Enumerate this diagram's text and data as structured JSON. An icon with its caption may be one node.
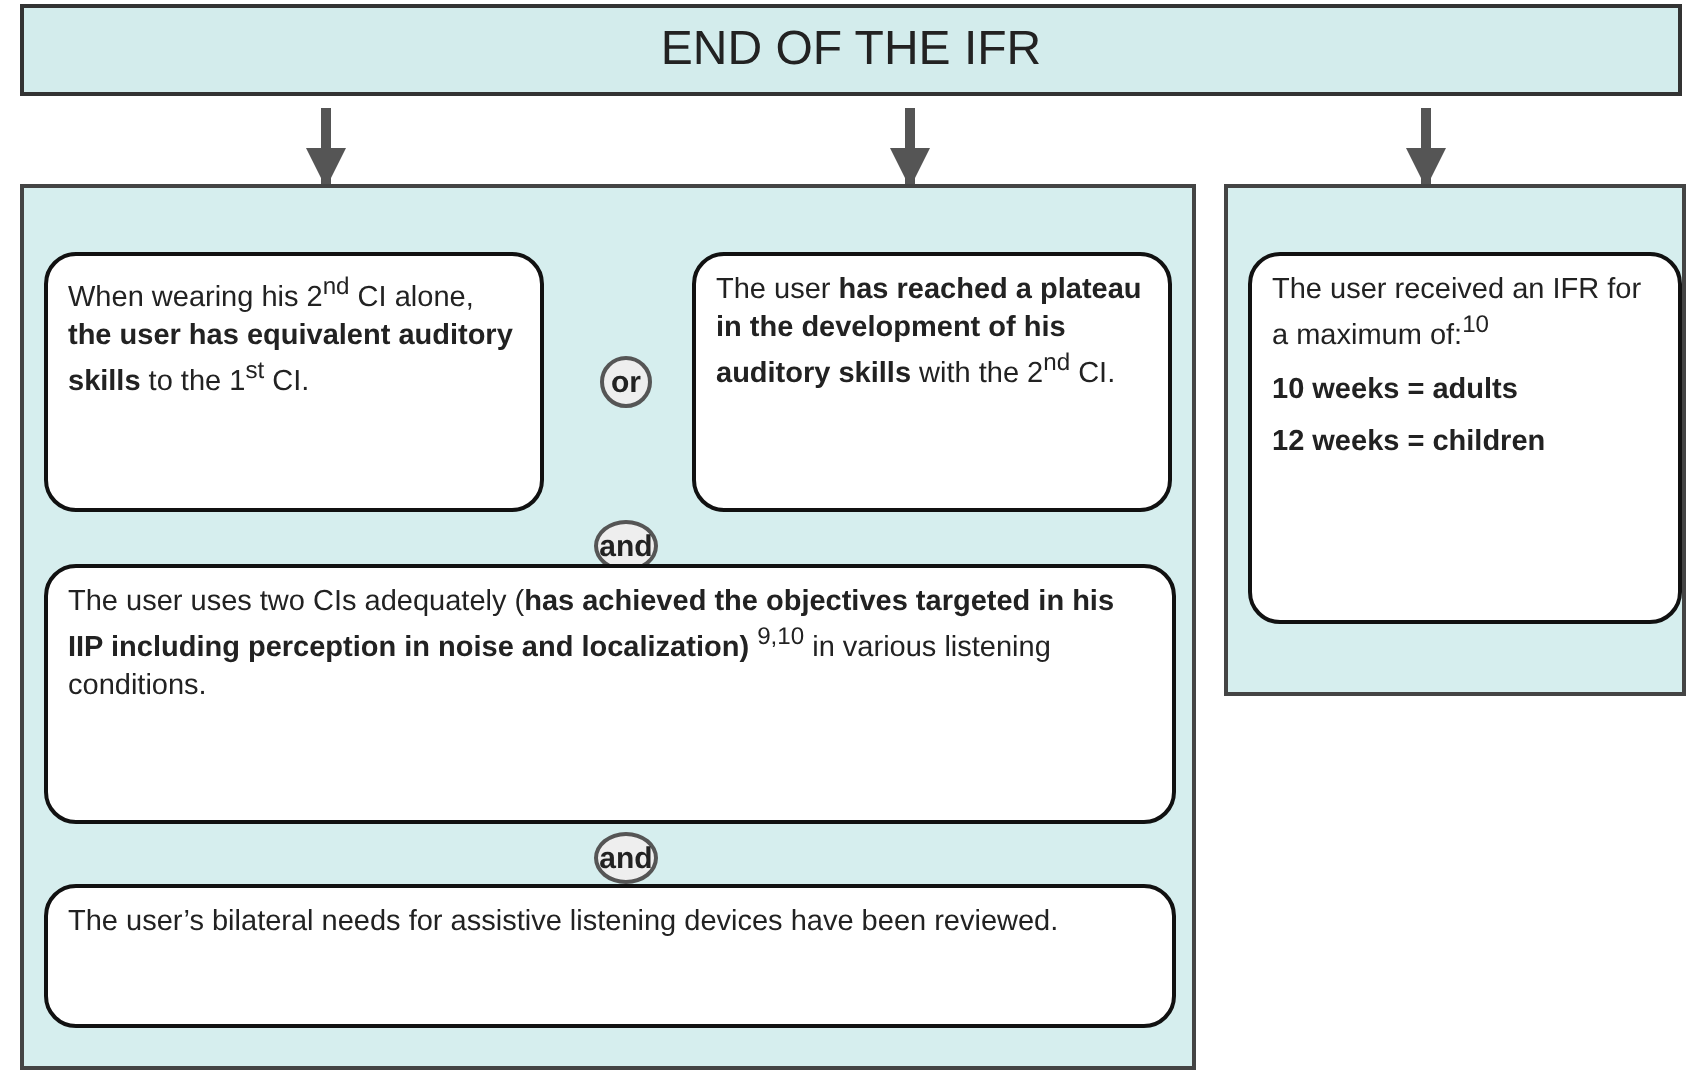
{
  "diagram": {
    "nodes": [
      {
        "text": [
          "END OF THE IFR"
        ]
      },
      {
        "text": [],
        "shape": "box"
      },
      {
        "text": [
          "When wearing his 2$^{nd}$ CI alone, **the user has equivalent auditory skills** to the 1$^{st}$ CI."
        ],
        "in": 1
      },
      {
        "text": [
          "or"
        ],
        "in": 1
      },
      {
        "text": [
          "The user **has reached a plateau in the development of his auditory skills** with the 2$^{nd}$ CI."
        ],
        "in": 1
      },
      {
        "text": [
          "and"
        ],
        "in": 1
      },
      {
        "text": [
          "The user uses two CIs adequately (**has achieved the objectives targeted in his IIP including perception in noise and localization)** $^{9,10}$ in various listening conditions."
        ],
        "in": 1
      },
      {
        "text": [
          "and"
        ],
        "in": 1
      },
      {
        "text": [
          "The user’s bilateral needs for assistive listening devices have been reviewed."
        ],
        "in": 1
      },
      {
        "text": [],
        "shape": "box"
      },
      {
        "text": [
          "The user received an IFR for a maximum of:$^{10}$",
          "10 weeks = adults",
          "12 weeks = children"
        ],
        "in": 9
      }
    ],
    "edges": [
      {
        "from": 0,
        "to": 1,
        "arrow": "to"
      },
      {
        "from": 0,
        "to": 1,
        "arrow": "to"
      },
      {
        "from": 0,
        "to": 9,
        "arrow": "to"
      }
    ]
  }
}
